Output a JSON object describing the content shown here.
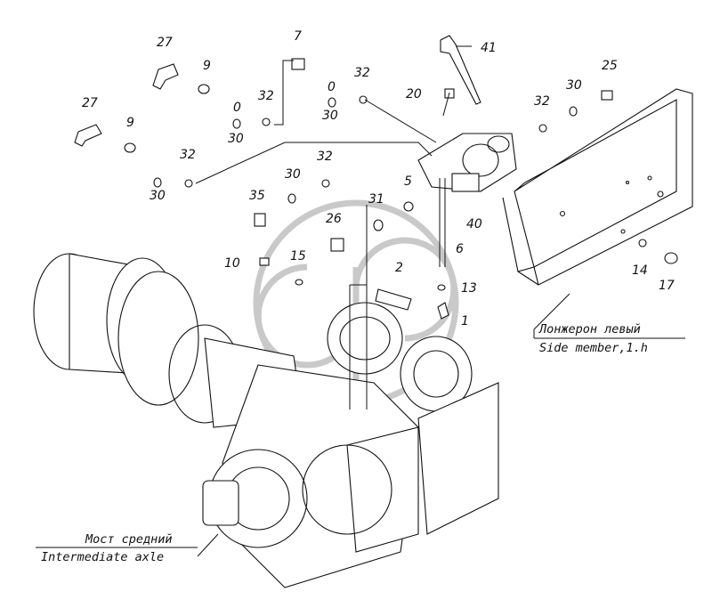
{
  "labels": {
    "l27a": "27",
    "l27b": "27",
    "l7": "7",
    "l9a": "9",
    "l9b": "9",
    "l41": "41",
    "l25": "25",
    "l32a": "32",
    "l32b": "32",
    "l32c": "32",
    "l32d": "32",
    "l32e": "32",
    "l0a": "0",
    "l30a": "30",
    "l0b": "0",
    "l30b": "30",
    "l30c": "30",
    "l30d": "30",
    "l30e": "30",
    "l20": "20",
    "l35": "35",
    "l31": "31",
    "l5": "5",
    "l26": "26",
    "l6": "6",
    "l40": "40",
    "l10": "10",
    "l15": "15",
    "l2": "2",
    "l13": "13",
    "l1": "1",
    "l14": "14",
    "l17": "17"
  },
  "captions": {
    "side_member_ru": "Лонжерон левый",
    "side_member_en": "Side member,1.h",
    "axle_ru": "Мост средний",
    "axle_en": "Intermediate axle"
  }
}
